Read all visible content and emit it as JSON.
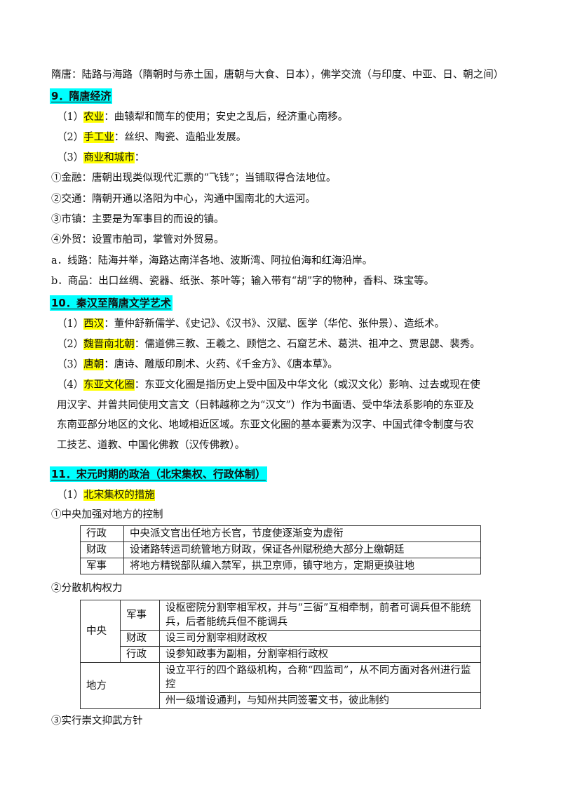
{
  "intro_line": "隋唐：陆路与海路（隋朝时与赤土国，唐朝与大食、日本），佛学交流（与印度、中亚、日、朝之间）",
  "section9": {
    "heading": "9．隋唐经济",
    "items": [
      {
        "prefix": "（1）",
        "label": "农业",
        "text": "：曲辕犁和筒车的使用；安史之乱后，经济重心南移。"
      },
      {
        "prefix": "（2）",
        "label": "手工业",
        "text": "：丝织、陶瓷、造船业发展。"
      },
      {
        "prefix": "（3）",
        "label": "商业和城市",
        "text": "："
      }
    ],
    "details": [
      "①金融：唐朝出现类似现代汇票的“飞钱”；当铺取得合法地位。",
      "②交通：隋朝开通以洛阳为中心，沟通中国南北的大运河。",
      "③市镇：主要是为军事目的而设的镇。",
      "④外贸：设置市舶司，掌管对外贸易。",
      "a．线路：陆海并举，海路达南洋各地、波斯湾、阿拉伯海和红海沿岸。",
      "b．商品：出口丝绸、瓷器、纸张、茶叶等；输入带有“胡”字的物种，香料、珠宝等。"
    ]
  },
  "section10": {
    "heading": "10．秦汉至隋唐文学艺术",
    "items": [
      {
        "prefix": "（1）",
        "label": "西汉",
        "text": "：董仲舒新儒学、《史记》、《汉书》、汉赋、医学（华佗、张仲景）、造纸术。"
      },
      {
        "prefix": "（2）",
        "label": "魏晋南北朝",
        "text": "：儒道佛三教、王羲之、顾恺之、石窟艺术、葛洪、祖冲之、贾思勰、裴秀。"
      },
      {
        "prefix": "（3）",
        "label": "唐朝",
        "text": "：唐诗、雕版印刷术、火药、《千金方》、《唐本草》。"
      },
      {
        "prefix": "（4）",
        "label": "东亚文化圈",
        "text": "：东亚文化圈是指历史上受中国及中华文化（或汉文化）影响、过去或现在使用汉字、并曾共同使用文言文（日韩越称之为“汉文”）作为书面语、受中华法系影响的东亚及东南亚部分地区的文化、地域相近区域。东亚文化圈的基本要素为汉字、中国式律令制度与农工技艺、道教、中国化佛教（汉传佛教）。"
      }
    ]
  },
  "section11": {
    "heading": "11．宋元时期的政治（北宋集权、行政体制）",
    "sub_prefix": "（1）",
    "sub_label": "北宋集权的措施",
    "part1_title": "①中央加强对地方的控制",
    "table1": [
      {
        "k": "行政",
        "v": "中央派文官出任地方长官，节度使逐渐变为虚衔"
      },
      {
        "k": "财政",
        "v": "设诸路转运司统管地方财政，保证各州赋税绝大部分上缴朝廷"
      },
      {
        "k": "军事",
        "v": "将地方精锐部队编入禁军，拱卫京师，镇守地方，定期更换驻地"
      }
    ],
    "part2_title": "②分散机构权力",
    "table2": {
      "central_label": "中央",
      "central": [
        {
          "k": "军事",
          "v": "设枢密院分割宰相军权，并与“三衙”互相牵制，前者可调兵但不能统兵，后者能统兵但不能调兵"
        },
        {
          "k": "财政",
          "v": "设三司分割宰相财政权"
        },
        {
          "k": "行政",
          "v": "设参知政事为副相，分割宰相行政权"
        }
      ],
      "local_label": "地方",
      "local": [
        "设立平行的四个路级机构，合称“四监司”，从不同方面对各州进行监控",
        "州一级增设通判，与知州共同签署文书，彼此制约"
      ]
    },
    "part3_title": "③实行崇文抑武方针"
  },
  "colors": {
    "highlight": "#ffff00",
    "heading_bg": "#00ffff"
  }
}
